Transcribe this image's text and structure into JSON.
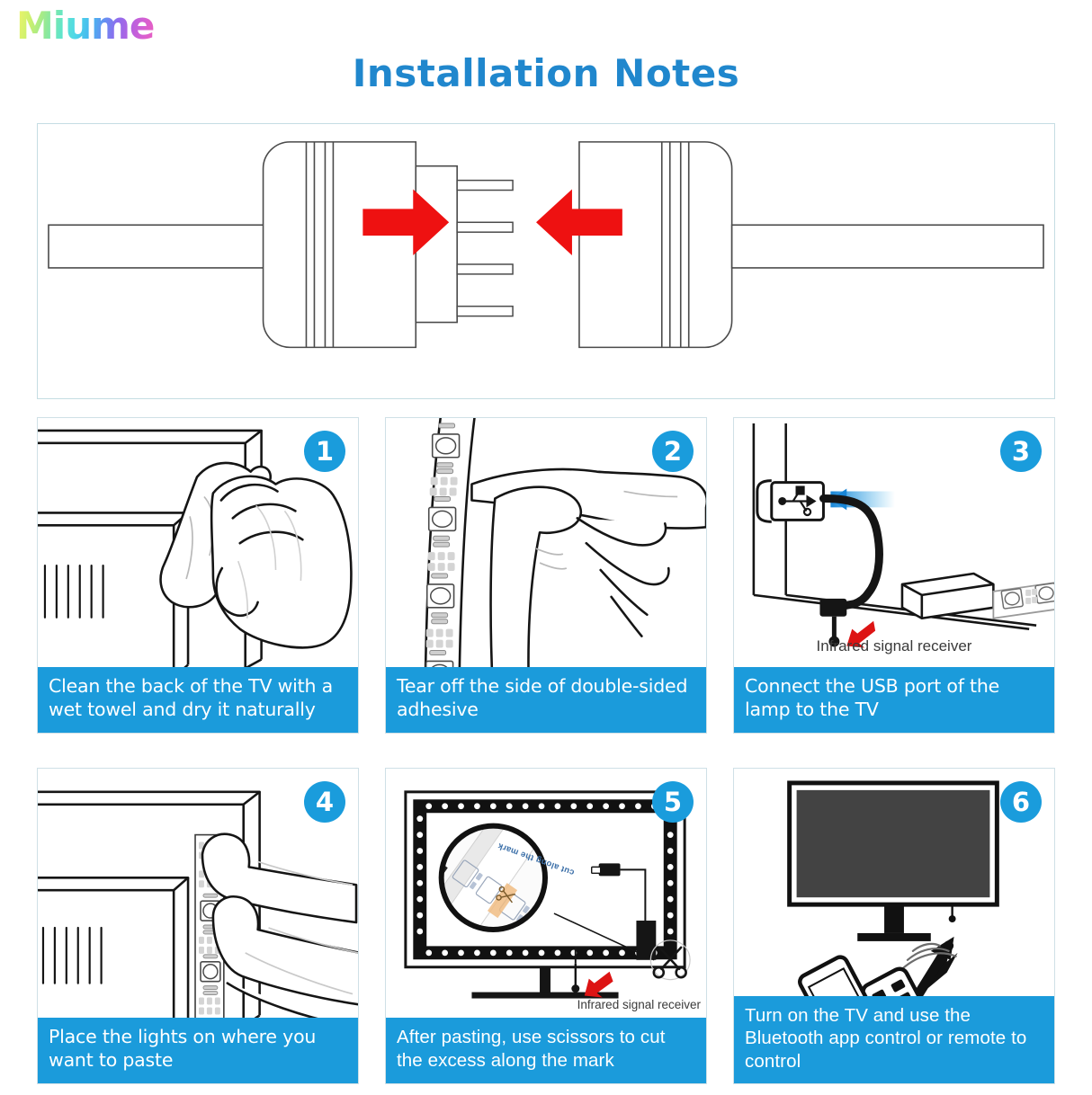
{
  "brand": {
    "name": "Miume"
  },
  "header": {
    "title": "Installation Notes"
  },
  "colors": {
    "accent_blue": "#1b9bdb",
    "title_blue": "#2087cd",
    "badge_blue": "#1a9cdc",
    "arrow_red": "#ee1111",
    "panel_border": "#cfe0e6",
    "line_black": "#1a1a1a"
  },
  "hero": {
    "name": "connector-mating-diagram",
    "description": "Two 4-pin LED strip connectors being joined",
    "left_arrow_direction": "right",
    "right_arrow_direction": "left",
    "pin_count": 4
  },
  "steps": [
    {
      "number": "1",
      "caption": "Clean the back of the TV with a wet towel and dry it naturally",
      "art": "hand-with-towel-cleaning-tv-back",
      "font_style": "roundy"
    },
    {
      "number": "2",
      "caption": "Tear off the side of double-sided adhesive",
      "art": "fingers-peeling-adhesive-backing-from-led-strip",
      "font_style": "roundy"
    },
    {
      "number": "3",
      "caption": "Connect the USB port of the lamp to the TV",
      "art": "usb-cable-plugged-into-tv-usb-port",
      "sublabel": "Infrared signal receiver",
      "font_style": "roundy"
    },
    {
      "number": "4",
      "caption": "Place the lights on where you want to paste",
      "art": "hand-pressing-led-strip-onto-tv-edge",
      "font_style": "roundy"
    },
    {
      "number": "5",
      "caption": "After pasting, use scissors to cut the excess along the mark",
      "art": "tv-front-with-led-border-magnifier-and-scissors",
      "sublabel": "Infrared signal receiver",
      "magnifier_label": "cut along the mark",
      "font_style": "plain"
    },
    {
      "number": "6",
      "caption": "Turn on the TV and use the Bluetooth app control or remote to control",
      "art": "tv-with-smartphone-and-remote-control",
      "font_style": "plain"
    }
  ]
}
